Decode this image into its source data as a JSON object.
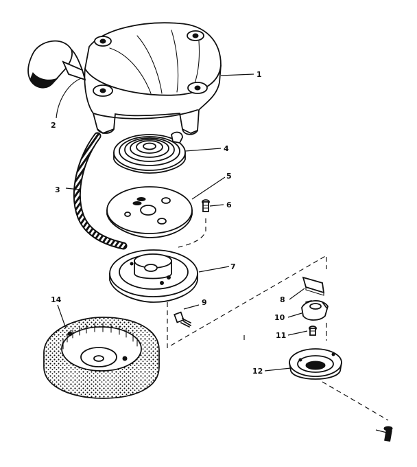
{
  "diagram": {
    "labels": {
      "housing": "1",
      "handle": "2",
      "rope": "3",
      "spring": "4",
      "spring_cover": "5",
      "screw": "6",
      "pulley": "7",
      "pawl": "8",
      "pawl_screw": "9",
      "retainer": "10",
      "retainer_screw": "11",
      "starter_cup": "12",
      "flywheel_screen": "14"
    }
  }
}
